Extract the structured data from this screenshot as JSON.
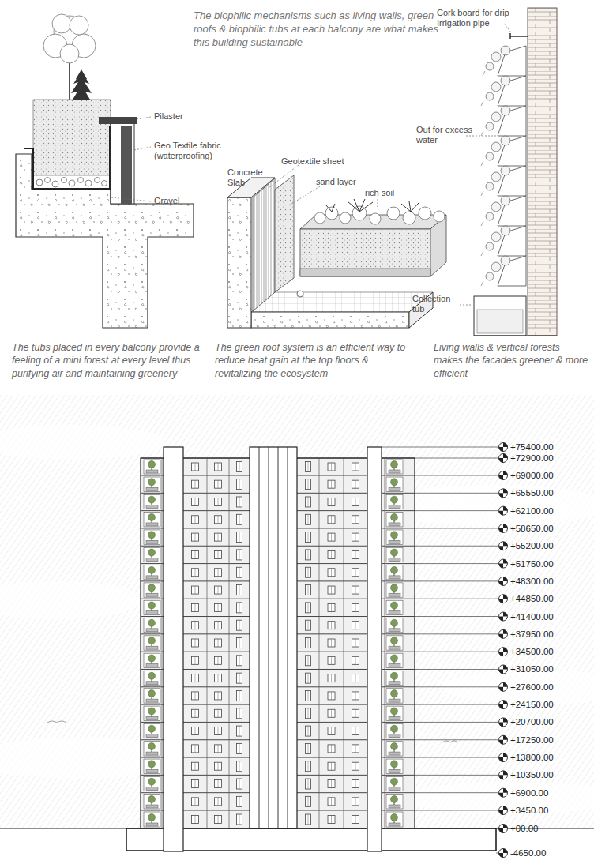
{
  "diagram": {
    "title": "The biophilic mechanisms such as living walls, green roofs & biophilic tubs at each balcony are what makes this building sustainable",
    "labels": [
      "Pilaster",
      "Geo Textile fabric (waterproofing)",
      "Gravel",
      "Concrete Slab",
      "Geotextile sheet",
      "sand layer",
      "rich soil",
      "Cork board for drip Irrigation pipe",
      "Out for excess water",
      "Collection tub",
      "The tubs placed in every balcony provide a feeling of a mini forest at every level thus purifying air and maintaining greenery",
      "The green roof system is an efficient way to reduce heat gain at the top floors & revitalizing the ecosystem",
      "Living walls & vertical forests makes the facades greener & more efficient",
      "+75400.00",
      "+72900.00",
      "+69000.00",
      "+65550.00",
      "+62100.00",
      "+58650.00",
      "+55200.00",
      "+51750.00",
      "+48300.00",
      "+44850.00",
      "+41400.00",
      "+37950.00",
      "+34500.00",
      "+31050.00",
      "+27600.00",
      "+24150.00",
      "+20700.00",
      "+17250.00",
      "+13800.00",
      "+10350.00",
      "+6900.00",
      "+3450.00",
      "+00.00",
      "-4650.00"
    ]
  }
}
